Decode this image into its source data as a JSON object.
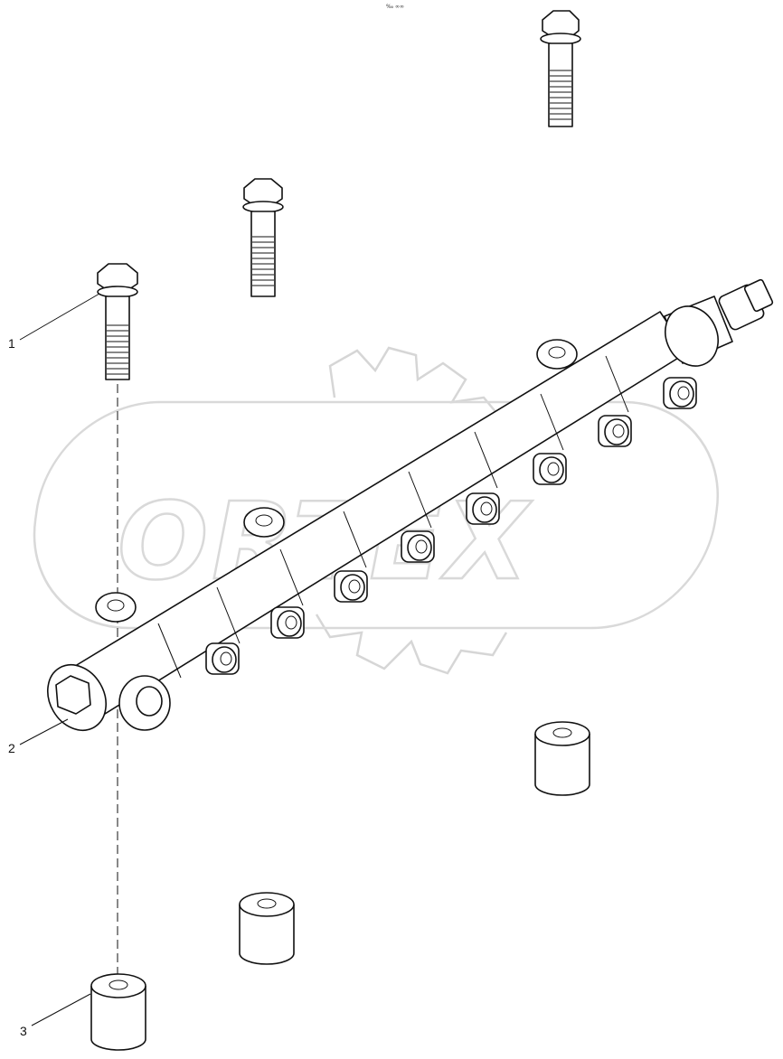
{
  "header": {
    "mark": "‰ ∞∞"
  },
  "watermark": {
    "text": "ORTEX"
  },
  "callouts": [
    {
      "number": "1",
      "part": "bolt"
    },
    {
      "number": "2",
      "part": "fuel-rail"
    },
    {
      "number": "3",
      "part": "spacer"
    }
  ]
}
